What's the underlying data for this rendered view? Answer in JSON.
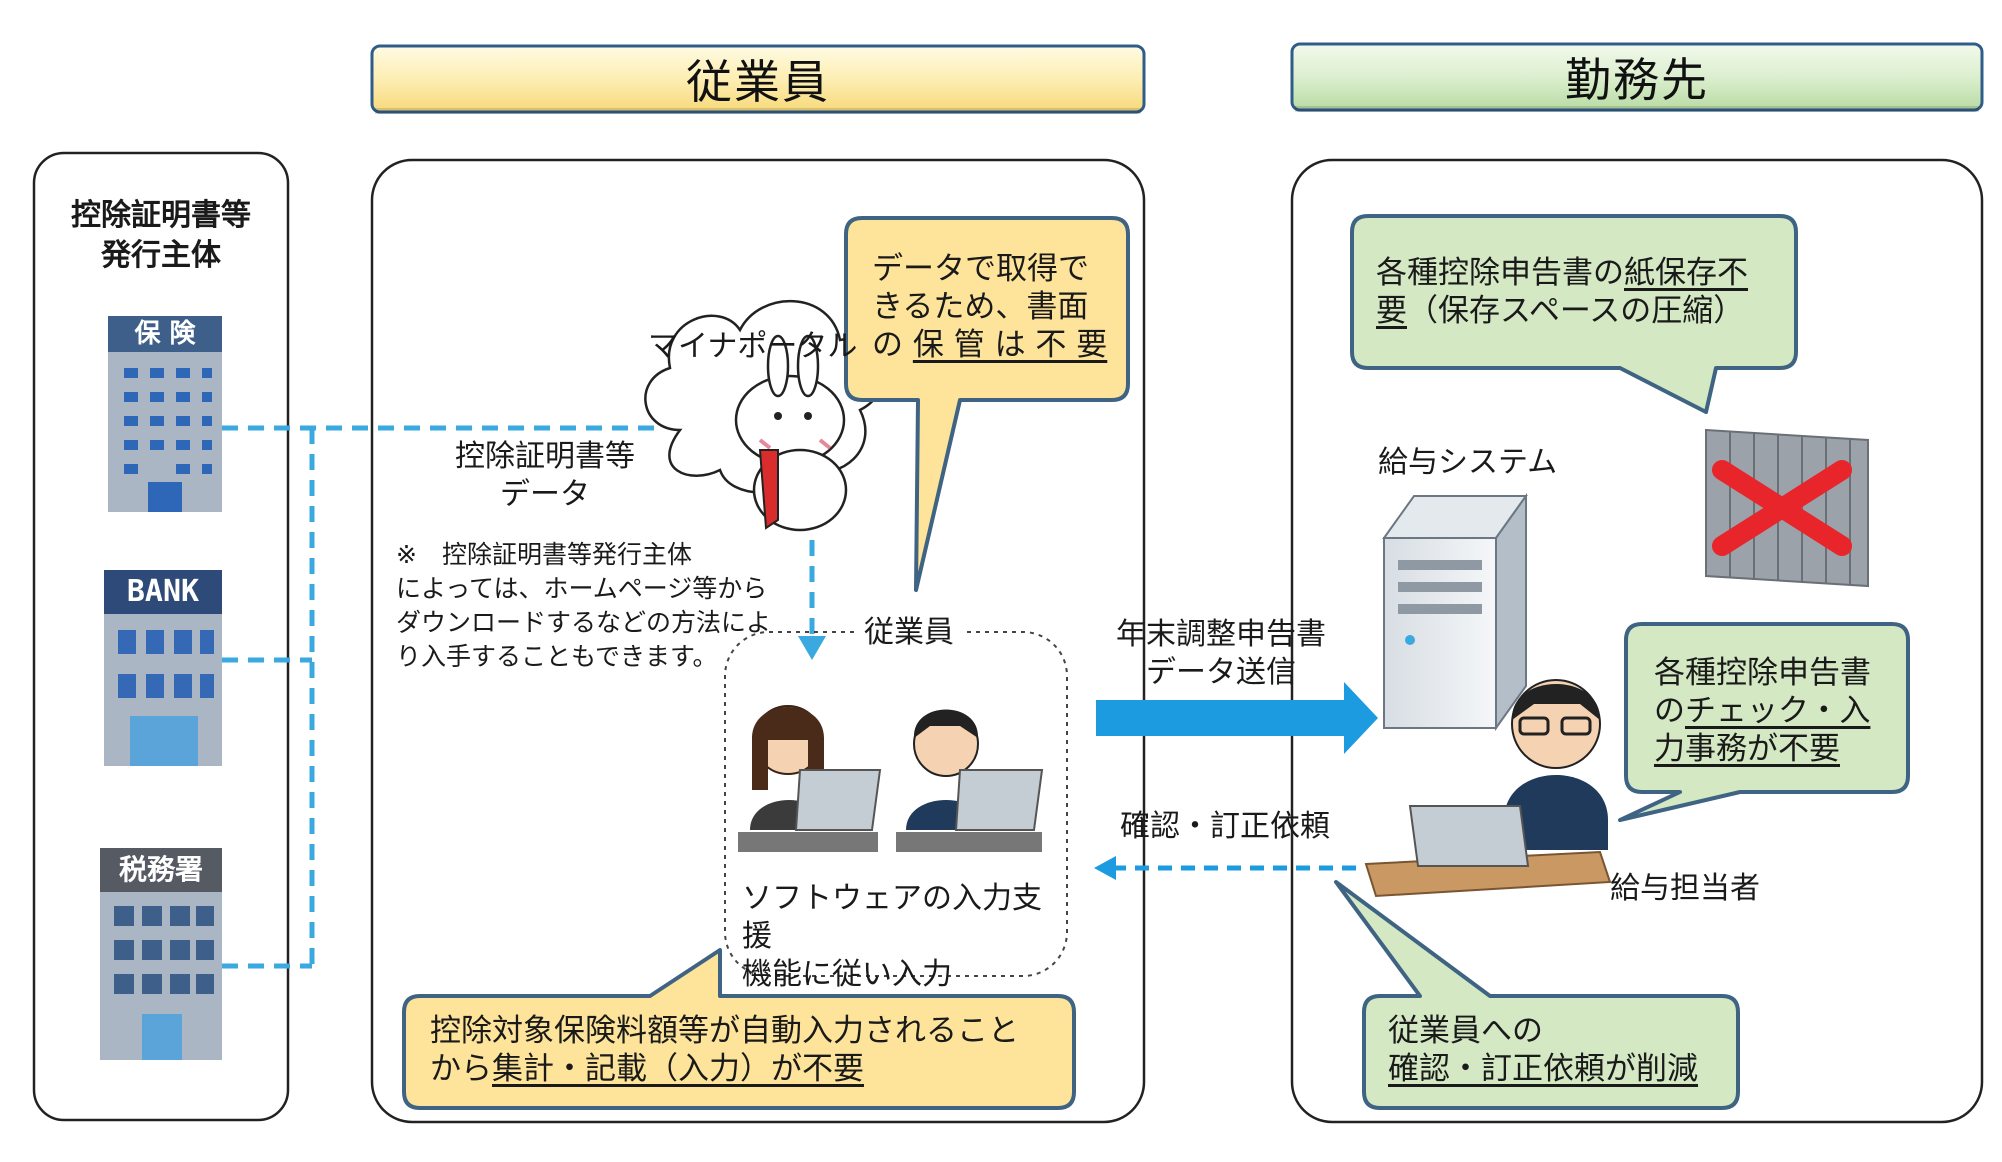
{
  "headers": {
    "employee": "従業員",
    "employer": "勤務先"
  },
  "issuers": {
    "title_line1": "控除証明書等",
    "title_line2": "発行主体",
    "buildings": [
      {
        "sign": "保 険",
        "color": "#3d5f8a"
      },
      {
        "sign": "BANK",
        "color": "#2d4a78"
      },
      {
        "sign": "税務署",
        "color": "#555a63"
      }
    ]
  },
  "employee_section": {
    "portal_label": "マイナポータル",
    "data_label_line1": "控除証明書等",
    "data_label_line2": "データ",
    "note_line1": "※　控除証明書等発行主体",
    "note_line2": "によっては、ホームページ等から",
    "note_line3": "ダウンロードするなどの方法によ",
    "note_line4": "り入手することもできます。",
    "employee_label": "従業員",
    "software_line1": "ソフトウェアの入力支援",
    "software_line2": "機能に従い入力",
    "callout_top": {
      "line1": "データで取得で",
      "line2": "きるため、書面",
      "line3_prefix": "の ",
      "line3_underlined": "保 管 は 不 要"
    },
    "callout_bottom": {
      "line1": "控除対象保険料額等が自動入力されること",
      "line2_prefix": "から",
      "line2_underlined": "集計・記載（入力）が不要"
    }
  },
  "flow": {
    "send_line1": "年末調整申告書",
    "send_line2": "データ送信",
    "return_label": "確認・訂正依頼"
  },
  "employer_section": {
    "payroll_system_label": "給与システム",
    "payroll_staff_label": "給与担当者",
    "callout_storage": {
      "line1_prefix": "各種控除申告書の",
      "line1_underlined": "紙保存不",
      "line2_underlined": "要",
      "line2_suffix": "（保存スペースの圧縮）"
    },
    "callout_check": {
      "line1": "各種控除申告書",
      "line2_prefix": "の",
      "line2_underlined": "チェック・入",
      "line3_underlined": "力事務が不要"
    },
    "callout_requests": {
      "line1": "従業員への",
      "line2_underlined": "確認・訂正依頼が削減"
    }
  },
  "colors": {
    "yellow_fill": "#fde49a",
    "green_fill": "#d4e8c4",
    "callout_border": "#3f6483",
    "dashed_line": "#3aa9e0",
    "arrow": "#1d9be0"
  }
}
